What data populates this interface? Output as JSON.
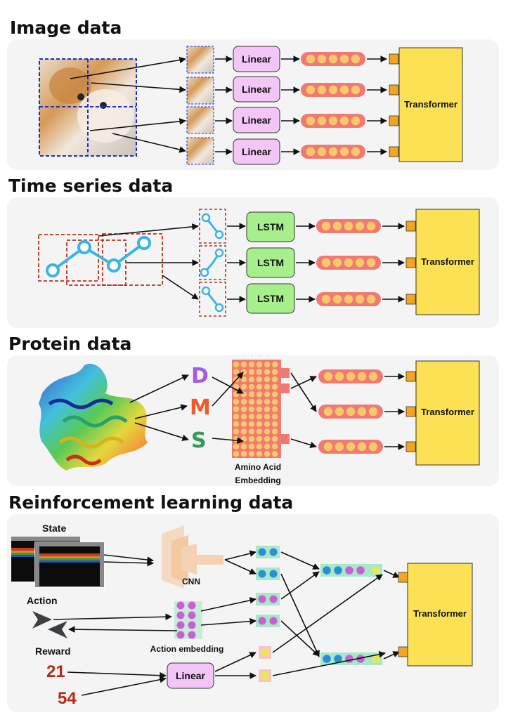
{
  "sections": {
    "image": {
      "title": "Image data",
      "box_label": "Linear",
      "transformer_label": "Transformer",
      "patches": [
        "patch",
        "patch",
        "patch",
        "patch"
      ]
    },
    "time_series": {
      "title": "Time series data",
      "box_label": "LSTM",
      "transformer_label": "Transformer"
    },
    "protein": {
      "title": "Protein data",
      "letters": [
        "D",
        "M",
        "S"
      ],
      "embedding_label_line1": "Amino Acid",
      "embedding_label_line2": "Embedding",
      "transformer_label": "Transformer"
    },
    "rl": {
      "title": "Reinforcement learning data",
      "state_label": "State",
      "action_label": "Action",
      "reward_label": "Reward",
      "cnn_label": "CNN",
      "action_embedding_label": "Action embedding",
      "linear_label": "Linear",
      "reward_values": [
        "21",
        "54"
      ],
      "transformer_label": "Transformer"
    }
  },
  "colors": {
    "linear_box": "#f3c6f7",
    "lstm_box": "#a6ef8c",
    "transformer": "#fde155",
    "token_border": "#f07a72",
    "token_dot": "#f8c96a",
    "port": "#f2a520",
    "patch_grid": "#1a2fd0",
    "ts_dashed": "#b5321c",
    "ts_line": "#3ab4e6",
    "cnn": "#f6d2b4",
    "rl_cell": "#a9e8c7",
    "rl_blue_dot": "#2a8fd8",
    "rl_purple_dot": "#c85fd6",
    "rl_yellow_dot": "#e9e94f",
    "letter_d": "#a45ce0",
    "letter_m": "#f0582e",
    "letter_s": "#2f9a56"
  }
}
